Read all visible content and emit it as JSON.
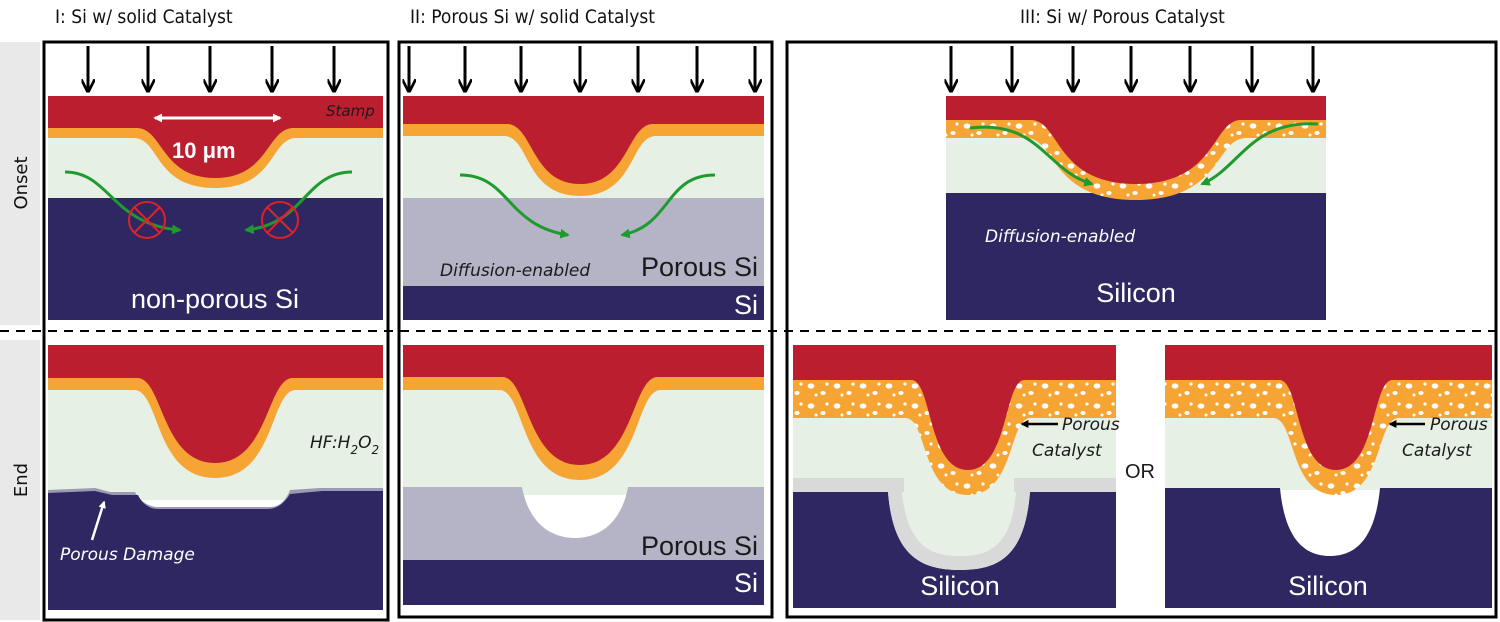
{
  "titles": {
    "panel_1": "I: Si w/ solid Catalyst",
    "panel_2": "II: Porous Si w/ solid Catalyst",
    "panel_3": "III: Si w/ Porous Catalyst"
  },
  "rows": {
    "onset": "Onset",
    "end": "End"
  },
  "labels": {
    "stamp": "Stamp",
    "scale": "10 μm",
    "non_porous_si": "non-porous Si",
    "diffusion_enabled": "Diffusion-enabled",
    "porous_si": "Porous Si",
    "si": "Si",
    "silicon": "Silicon",
    "etchant_hf": "HF:H",
    "etchant_sub2": "2",
    "etchant_o": "O",
    "porous_damage": "Porous Damage",
    "porous": "Porous",
    "catalyst": "Catalyst",
    "or": "OR"
  },
  "colors": {
    "stamp": "#bb1f2f",
    "catalyst": "#f6a534",
    "etchant": "#e6f0e5",
    "silicon": "#2e2762",
    "porous_si": "#b5b3c6",
    "arrow": "#1f9a2e"
  }
}
